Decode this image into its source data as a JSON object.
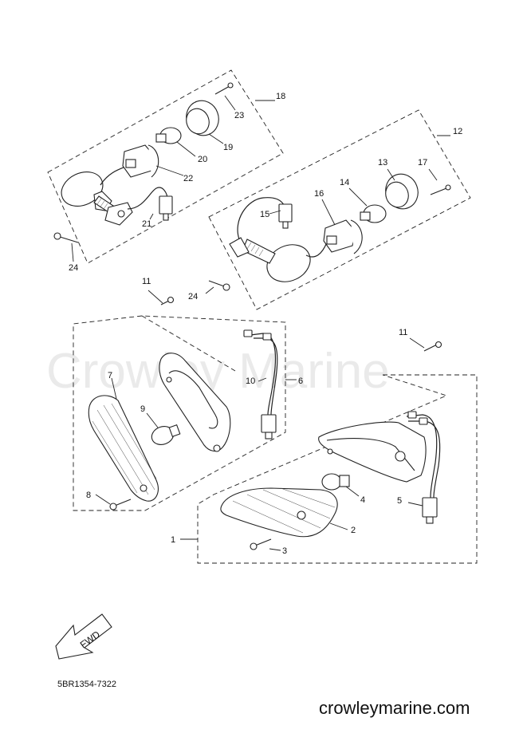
{
  "diagram": {
    "watermark": "Crowley Marine",
    "part_code": "5BR1354-7322",
    "website": "crowleymarine.com",
    "fwd_label": "FWD",
    "callouts": {
      "c1": "1",
      "c2": "2",
      "c3": "3",
      "c4": "4",
      "c5": "5",
      "c6": "6",
      "c7": "7",
      "c8": "8",
      "c9": "9",
      "c10": "10",
      "c11a": "11",
      "c11b": "11",
      "c12": "12",
      "c13": "13",
      "c14": "14",
      "c15": "15",
      "c16": "16",
      "c17": "17",
      "c18": "18",
      "c19": "19",
      "c20": "20",
      "c21": "21",
      "c22": "22",
      "c23": "23",
      "c24a": "24",
      "c24b": "24"
    }
  }
}
